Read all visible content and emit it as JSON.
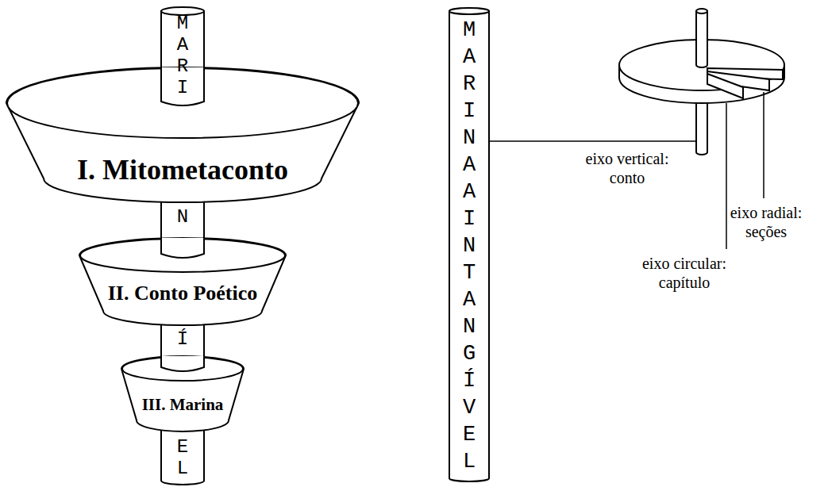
{
  "diagram": {
    "nodes": [
      {
        "text": [
          "I. Mitometaconto"
        ]
      },
      {
        "text": [
          "II. Conto Poético"
        ]
      },
      {
        "text": [
          "III. Marina"
        ]
      },
      {
        "text": [
          "MARINAAINTANGÍVEL"
        ]
      }
    ],
    "labels": [
      "MARI",
      "N",
      "Í",
      "EL",
      "eixo vertical: conto",
      "eixo radial: seções",
      "eixo circular: capítulo"
    ]
  }
}
